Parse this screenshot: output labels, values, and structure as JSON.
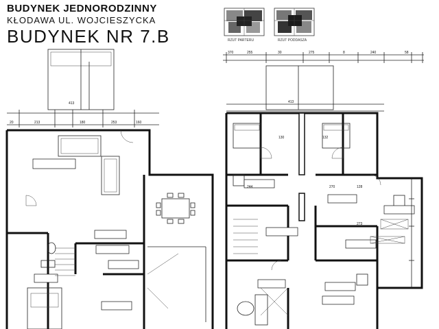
{
  "header": {
    "line1": "BUDYNEK JEDNORODZINNY",
    "line2": "KŁODAWA UL. WOJCIESZYCKA",
    "line3": "BUDYNEK NR 7.B"
  },
  "thumbnails": {
    "ground_floor_label": "RZUT PARTERU",
    "attic_label": "RZUT PODDASZA"
  },
  "dimensions": {
    "top_row": [
      "370",
      "255",
      "30",
      "275",
      "8",
      "240",
      "58"
    ],
    "left_plan": [
      "413",
      "20",
      "213",
      "180",
      "253",
      "160"
    ],
    "right_plan": [
      "413",
      "130",
      "270",
      "128",
      "244",
      "132",
      "273"
    ]
  }
}
